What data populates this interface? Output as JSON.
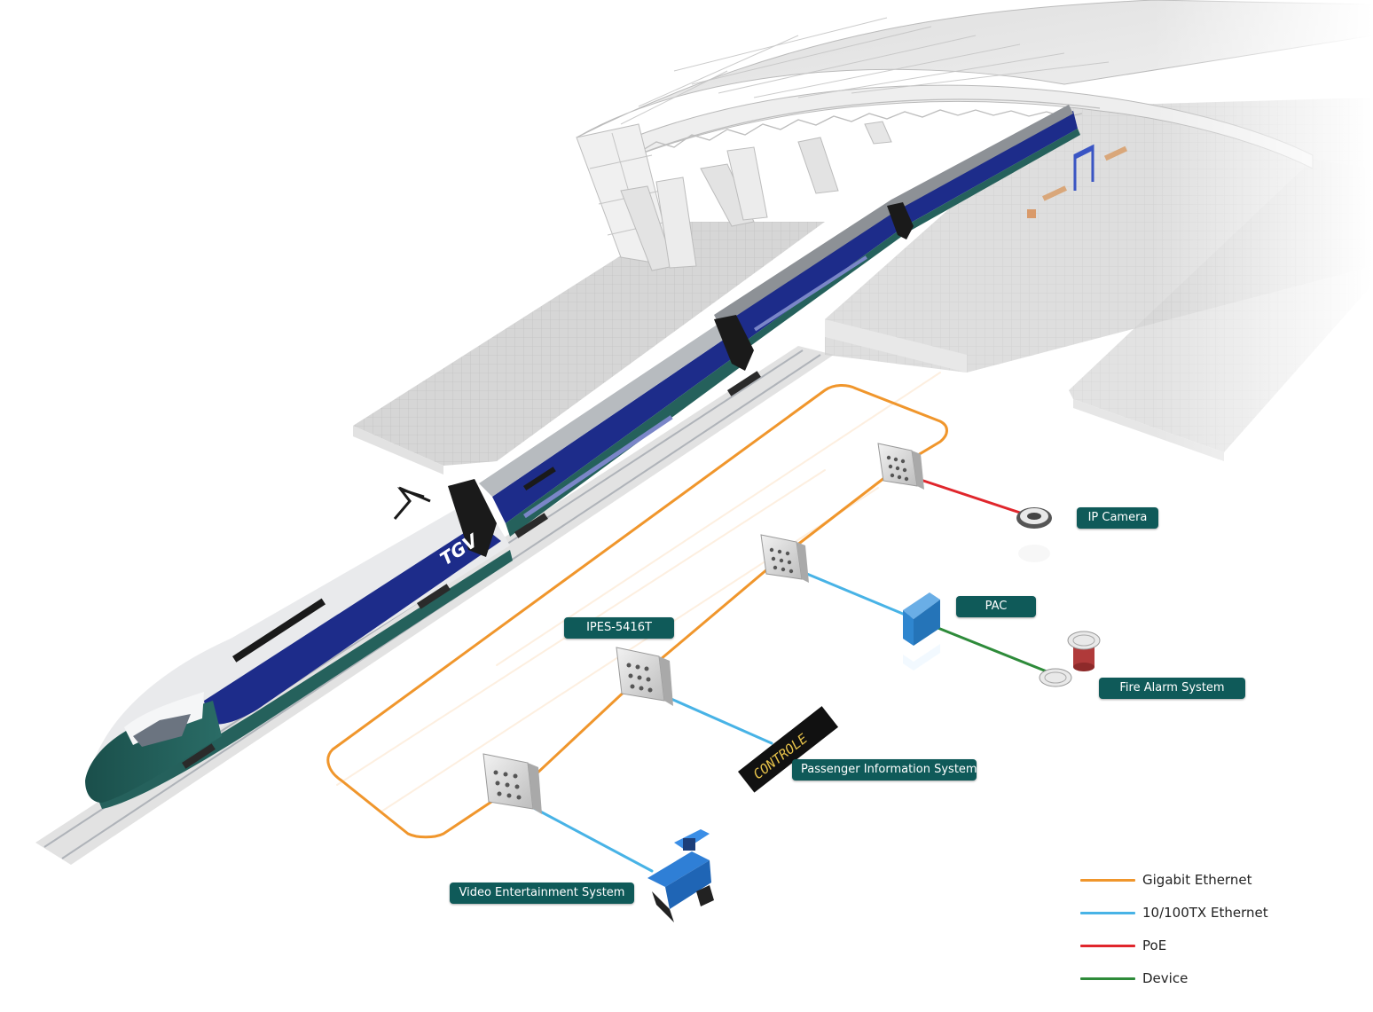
{
  "labels": {
    "ip_camera": "IP Camera",
    "pac": "PAC",
    "ipes": "IPES-5416T",
    "fire_alarm": "Fire Alarm System",
    "passenger_info": "Passenger Information System",
    "video_entertainment": "Video Entertainment System"
  },
  "train_logo": "TGV",
  "display_text": "CONTROLE",
  "legend": [
    {
      "label": "Gigabit Ethernet",
      "color": "#f0962c"
    },
    {
      "label": "10/100TX Ethernet",
      "color": "#48b3e6"
    },
    {
      "label": "PoE",
      "color": "#e0262c"
    },
    {
      "label": "Device",
      "color": "#2e8b3a"
    }
  ],
  "colors": {
    "gigabit": "#f0962c",
    "fast_ethernet": "#48b3e6",
    "poe": "#e0262c",
    "device": "#2e8b3a",
    "label_bg": "#0f5a59",
    "train_green": "#1e5a55",
    "train_blue": "#1d2c8a",
    "pac_blue": "#2f86cf"
  },
  "icons": [
    "switch-icon",
    "ip-camera-icon",
    "pac-controller-icon",
    "fire-alarm-icon",
    "led-display-icon",
    "entertainment-screen-icon"
  ]
}
